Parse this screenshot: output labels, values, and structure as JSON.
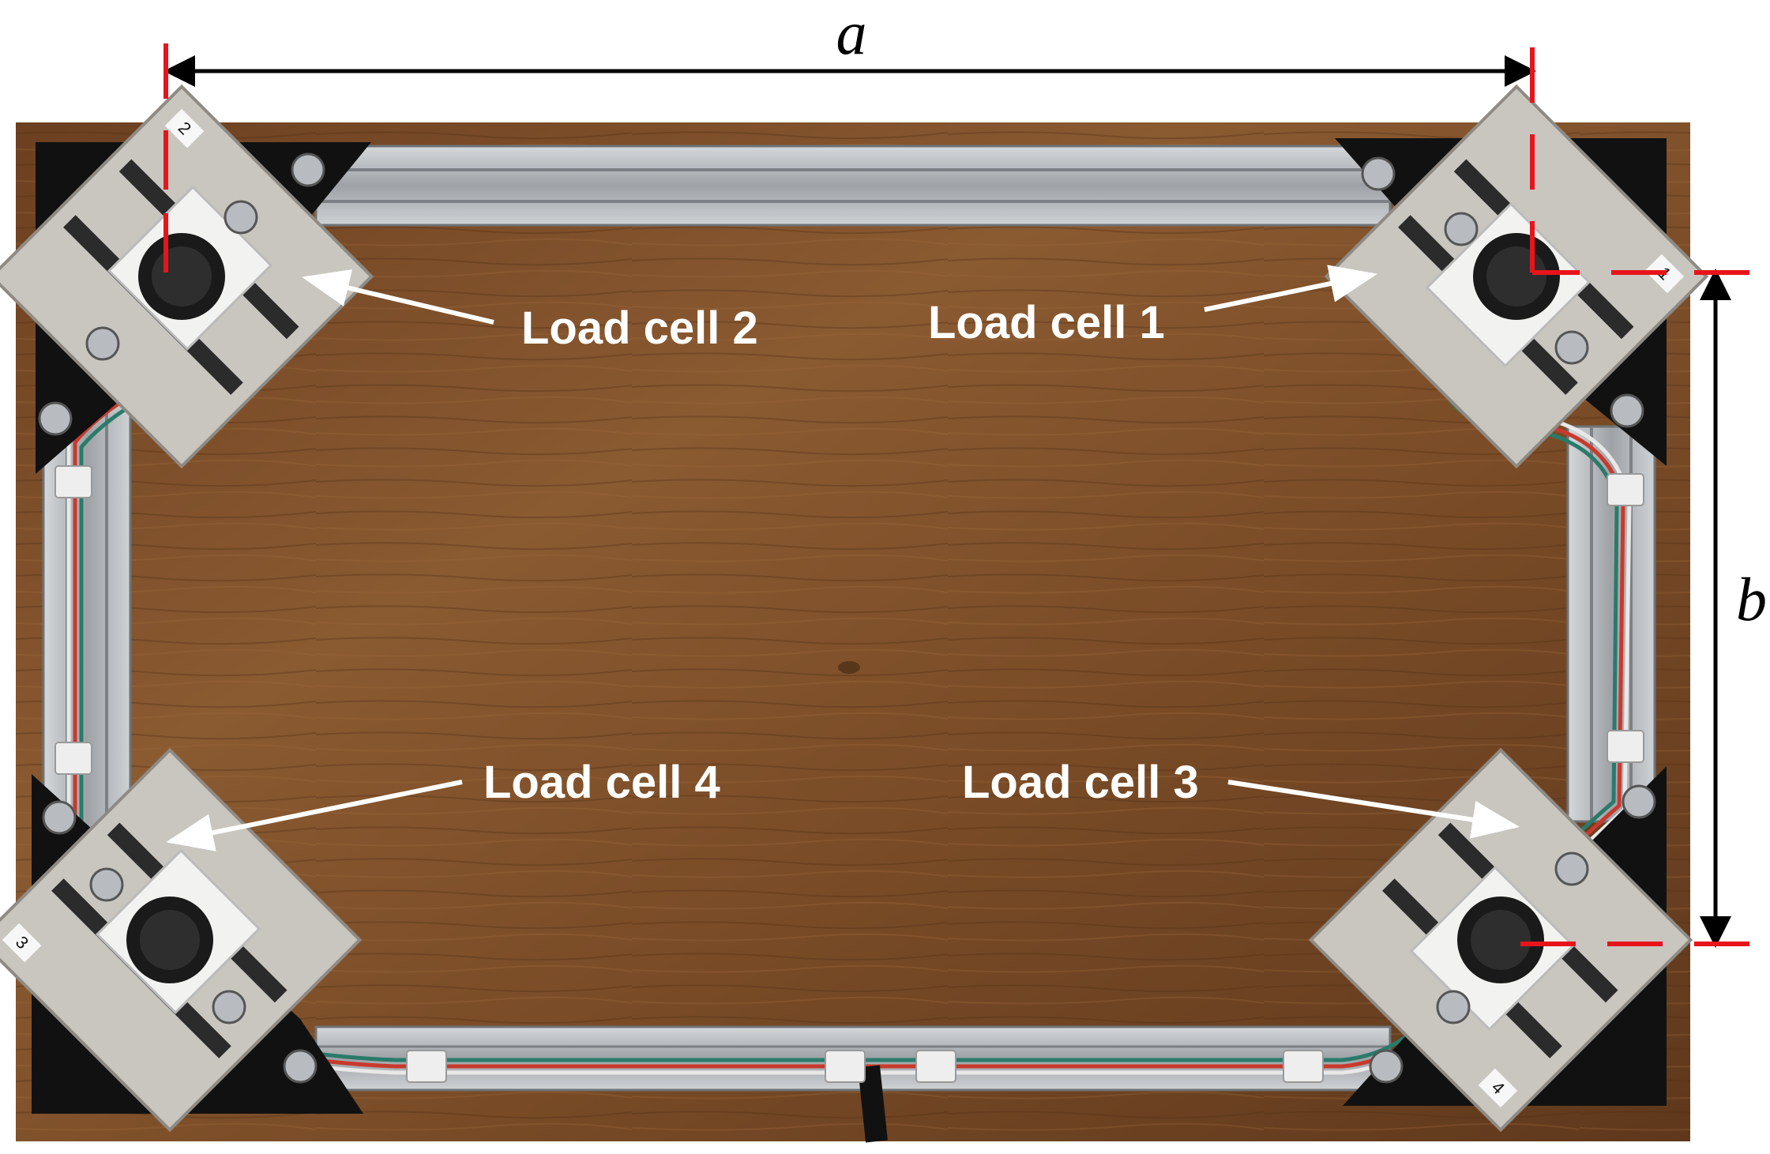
{
  "figure": {
    "dimensions": {
      "width_label": "a",
      "height_label": "b"
    },
    "load_cells": [
      {
        "label": "Load cell 1",
        "sticker": "1"
      },
      {
        "label": "Load cell 2",
        "sticker": "2"
      },
      {
        "label": "Load cell 3",
        "sticker": "4"
      },
      {
        "label": "Load cell 4",
        "sticker": "3"
      }
    ],
    "colors": {
      "dimension_marker": "#e8141b",
      "arrow": "#ffffff",
      "wood": "#7a4a26",
      "frame": "#b9bcbf",
      "bracket": "#111111",
      "plate": "#c9c6c0"
    }
  }
}
